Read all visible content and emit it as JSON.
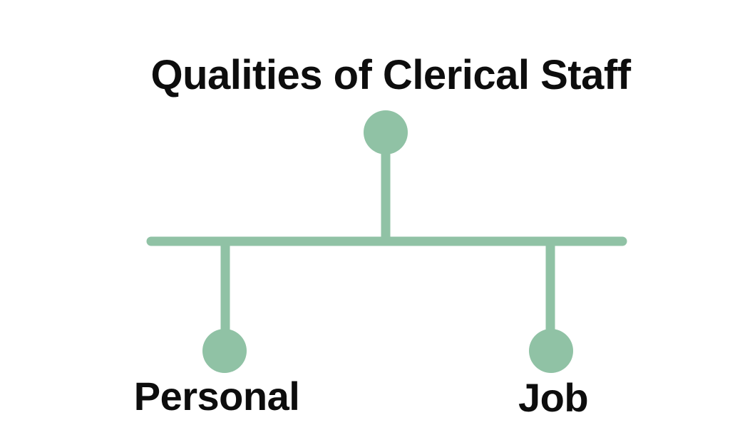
{
  "title": "Qualities of Clerical Staff",
  "branches": [
    {
      "label": "Personal"
    },
    {
      "label": "Job"
    }
  ],
  "colors": {
    "accent": "#90c2a5",
    "text": "#0d0d0d",
    "background": "#ffffff"
  }
}
